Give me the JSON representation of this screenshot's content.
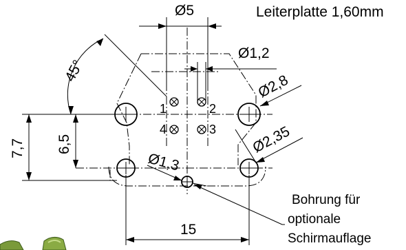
{
  "title": "Leiterplatte 1,60mm",
  "dimensions": {
    "top_diameter": "Ø5",
    "small_hole": "Ø1,2",
    "mount_hole": "Ø2,8",
    "lower_hole": "Ø2,35",
    "center_hole": "Ø1,3",
    "angle": "45°",
    "height_outer": "7,7",
    "height_inner": "6,5",
    "width": "15"
  },
  "pins": [
    "1",
    "2",
    "3",
    "4"
  ],
  "note": {
    "line1": "Bohrung für",
    "line2": "optionale",
    "line3": "Schirmauflage"
  }
}
